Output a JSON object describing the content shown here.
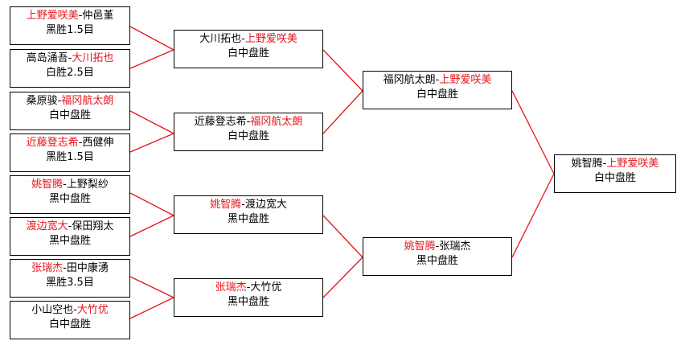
{
  "bracket": {
    "round1": [
      {
        "p1": "上野爱咲美",
        "p2": "仲邑堇",
        "winner": 1,
        "result": "黑胜1.5目"
      },
      {
        "p1": "高岛涌吾",
        "p2": "大川拓也",
        "winner": 2,
        "result": "白胜2.5目"
      },
      {
        "p1": "桑原骏",
        "p2": "福冈航太朗",
        "winner": 2,
        "result": "白中盘胜"
      },
      {
        "p1": "近藤登志希",
        "p2": "西健伸",
        "winner": 1,
        "result": "黑胜1.5目"
      },
      {
        "p1": "姚智腾",
        "p2": "上野梨纱",
        "winner": 1,
        "result": "黑中盘胜"
      },
      {
        "p1": "渡边宽大",
        "p2": "保田翔太",
        "winner": 1,
        "result": "黑中盘胜"
      },
      {
        "p1": "张瑞杰",
        "p2": "田中康湧",
        "winner": 1,
        "result": "黑胜3.5目"
      },
      {
        "p1": "小山空也",
        "p2": "大竹优",
        "winner": 2,
        "result": "白中盘胜"
      }
    ],
    "round2": [
      {
        "p1": "大川拓也",
        "p2": "上野爱咲美",
        "winner": 2,
        "result": "白中盘胜"
      },
      {
        "p1": "近藤登志希",
        "p2": "福冈航太朗",
        "winner": 2,
        "result": "白中盘胜"
      },
      {
        "p1": "姚智腾",
        "p2": "渡边宽大",
        "winner": 1,
        "result": "黑中盘胜"
      },
      {
        "p1": "张瑞杰",
        "p2": "大竹优",
        "winner": 1,
        "result": "黑中盘胜"
      }
    ],
    "round3": [
      {
        "p1": "福冈航太朗",
        "p2": "上野爱咲美",
        "winner": 2,
        "result": "白中盘胜"
      },
      {
        "p1": "姚智腾",
        "p2": "张瑞杰",
        "winner": 1,
        "result": "黑中盘胜"
      }
    ],
    "final": [
      {
        "p1": "姚智腾",
        "p2": "上野爱咲美",
        "winner": 2,
        "result": "白中盘胜"
      }
    ]
  },
  "colors": {
    "winner": "#e8141b",
    "loser": "#000000",
    "connector": "#e8141b",
    "border": "#000000"
  },
  "separator": "-"
}
